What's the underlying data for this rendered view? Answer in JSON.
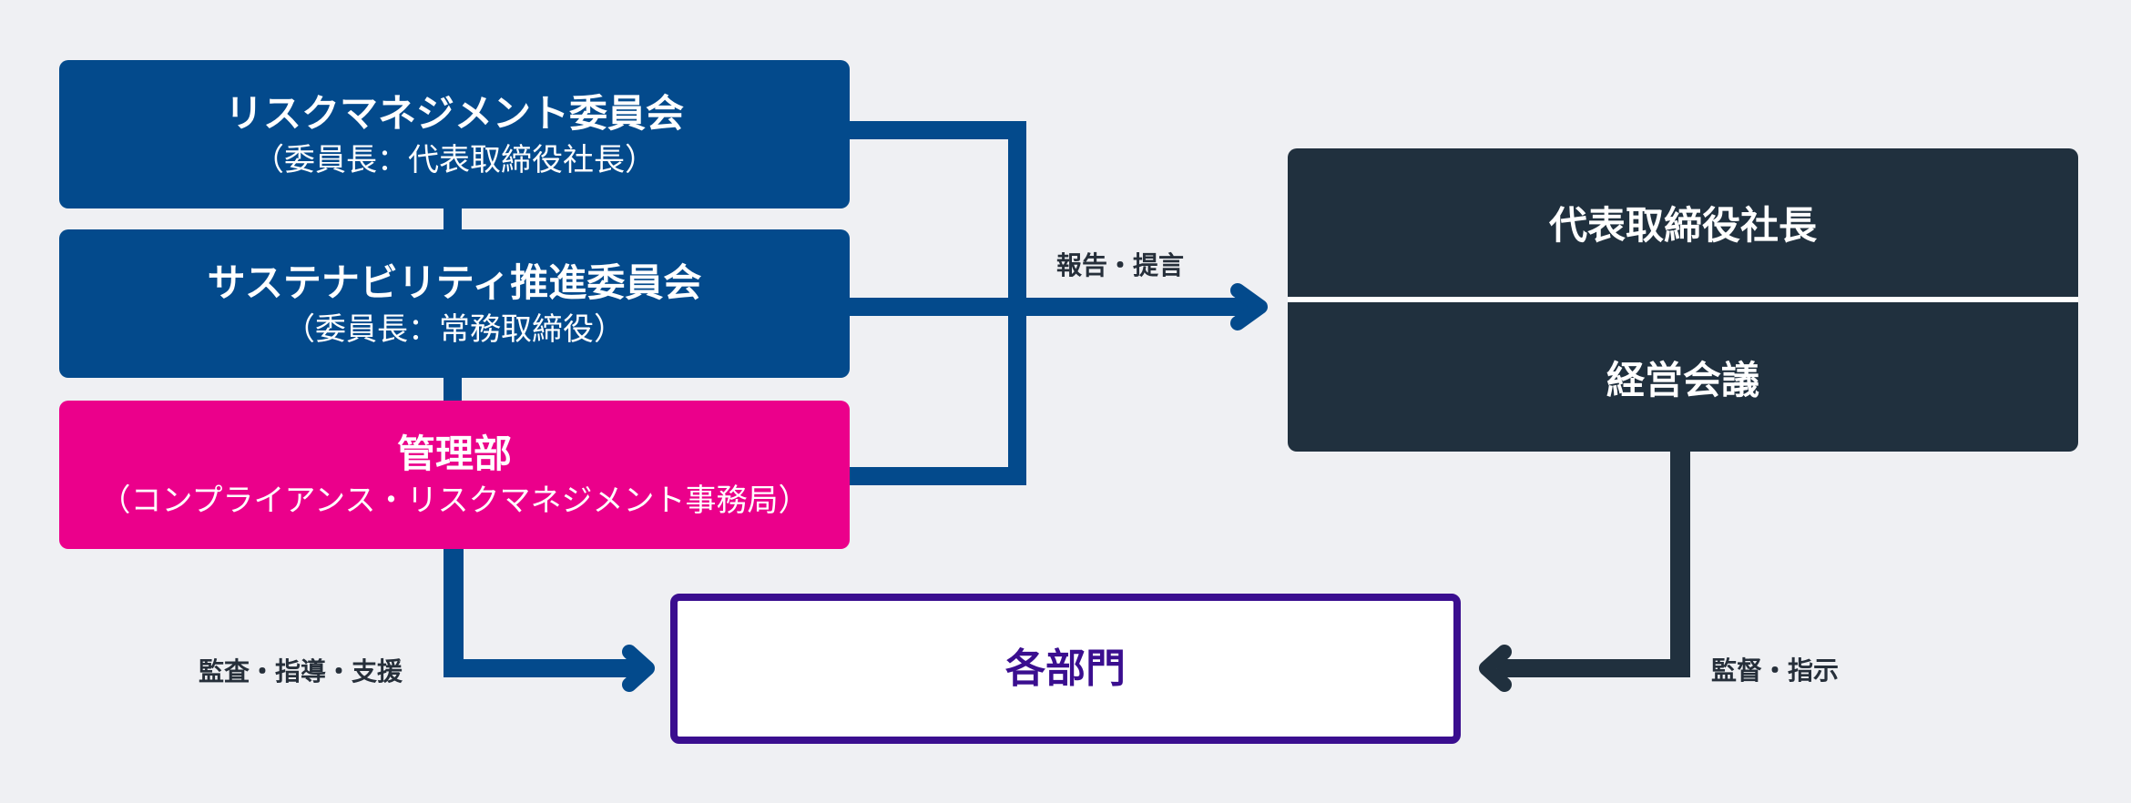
{
  "colors": {
    "background": "#eff0f3",
    "committee_blue": "#034a8c",
    "admin_magenta": "#eb008b",
    "executive_dark": "#20303e",
    "department_purple": "#3a0e8f",
    "label_text": "#262f3a"
  },
  "nodes": {
    "risk_committee": {
      "title": "リスクマネジメント委員会",
      "subtitle": "（委員長：代表取締役社長）"
    },
    "sustainability_committee": {
      "title": "サステナビリティ推進委員会",
      "subtitle": "（委員長：常務取締役）"
    },
    "admin_department": {
      "title": "管理部",
      "subtitle": "（コンプライアンス・リスクマネジメント事務局）"
    },
    "executive": {
      "president": "代表取締役社長",
      "management_meeting": "経営会議"
    },
    "departments": {
      "title": "各部門"
    }
  },
  "edges": {
    "report_label": "報告・提言",
    "audit_label": "監査・指導・支援",
    "supervise_label": "監督・指示"
  }
}
